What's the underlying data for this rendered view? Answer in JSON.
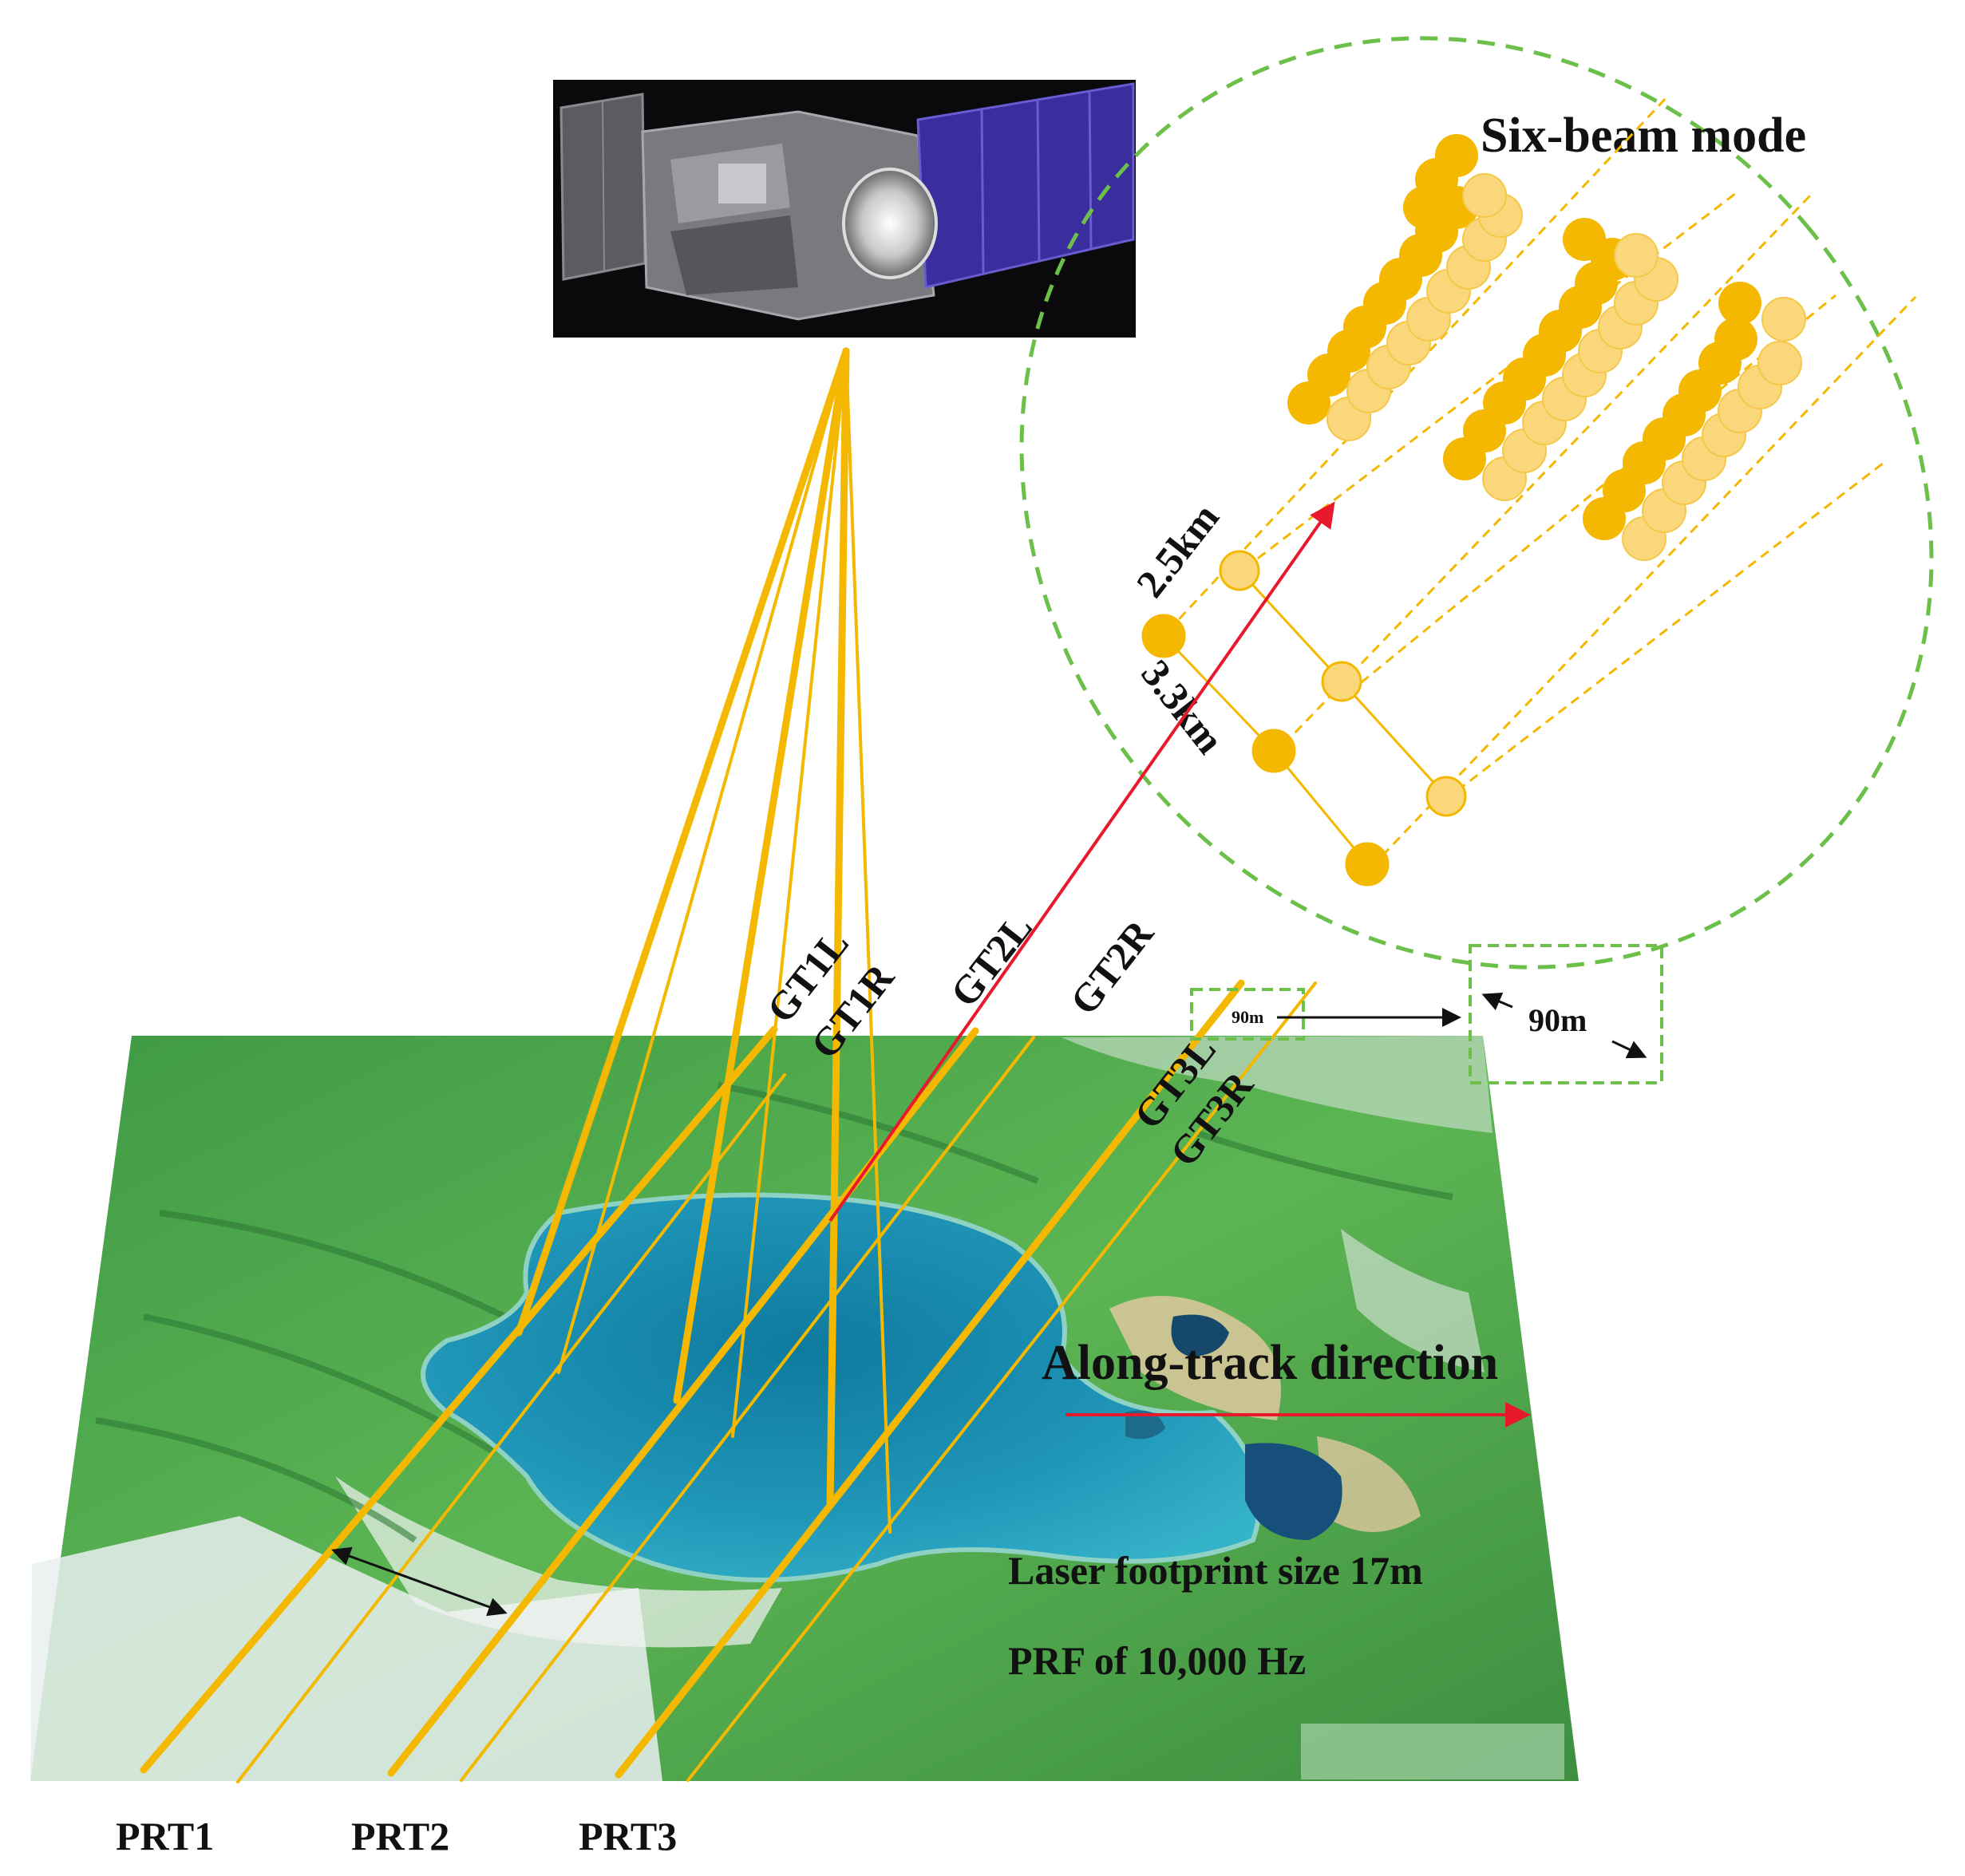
{
  "figure": {
    "inset_title": "Six-beam mode",
    "spacing_labels": {
      "beam_spacing": "2.5km",
      "pair_spacing": "3.3km"
    },
    "beam_labels": [
      "GT1L",
      "GT1R",
      "GT2L",
      "GT2R",
      "GT3L",
      "GT3R"
    ],
    "pair_labels": [
      "PRT1",
      "PRT2",
      "PRT3"
    ],
    "footprint_zoom": {
      "small": "90m",
      "large": "90m"
    },
    "direction_label": "Along-track direction",
    "info": [
      "Laser footprint size 17m",
      "PRF of 10,000 Hz"
    ]
  },
  "colors": {
    "beam": "#f5b800",
    "beam_light": "#fad77a",
    "inset_border": "#6cc04a",
    "arrow": "#e8192c",
    "space": "#0a0a0d",
    "solar_panel": "#3a2d9e",
    "land": "#4fae4a",
    "lake": "#1d8fb3",
    "snow": "#e9eef0"
  }
}
